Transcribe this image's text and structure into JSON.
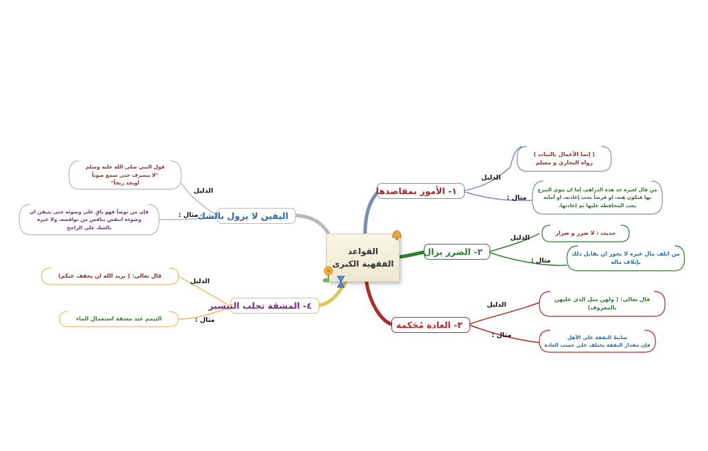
{
  "central": "القواعد الفقهية الكبرى",
  "branches": {
    "b1": {
      "title": "١- الأمور بمقاصدها",
      "evidence_label": "الدليل",
      "example_label": "مثال :",
      "evidence": "( إنما الأعمال بالنيات )\nرواه البخاري و مسلم",
      "example": "من قال لغيره خذ هذه الدراهم، إما ان ينوي التبرع\nبها فتكون هبة، او قرضاً يجب إعادته، او أمانة\nيجب المحافظة عليها ثم إعادتها."
    },
    "b2": {
      "title": "٢- الضرر يزال",
      "evidence_label": "الدليل",
      "example_label": "مثال :",
      "evidence": "حديث : لا ضرر و ضرار",
      "example": "من اتلف مال غيره لا يجوز ان يقابل ذلك\nبإتلاف ماله"
    },
    "b3": {
      "title": "٣- العادة مُحَكمة",
      "evidence_label": "الدليل",
      "example_label": "مثال :",
      "evidence": "قال تعالى: ( ولهن مثل الذي عليهن\nبالمعروف)",
      "example": "ضابط النفقة على الأهل\nفإن مقدار النفقة يختلف على حسب العادة"
    },
    "b4": {
      "title": "٤- المشقة تجلب التيسير",
      "evidence_label": "الدليل",
      "example_label": "مثال :",
      "evidence": "قال تعالى: ( يريد الله ان يخفف عنكم)",
      "example": "التيمم عند مشقة استعمال الماء"
    },
    "b5": {
      "title": "اليقين لا يزول بالشك",
      "evidence_label": "الدليل",
      "example_label": "مثال :",
      "evidence": "قول النبي صلى الله عليه وسلم\n\"لا ينصرف حتى سمع صوتاً\nاويجد ريحاً\"",
      "example": "فإن من توضأ فهو باقٍ على وضوئه حتى يتيقن ان\nوضوءه انتقض بناقض من نواقضه، ولا عبرة\nبالشك على الراجح"
    }
  },
  "colors": {
    "b1_line": "#7b8fb2",
    "b2_line": "#2f7d2f",
    "b3_line": "#b12b2b",
    "b4_line": "#e3c25a",
    "b5_line": "#b8b8b8"
  }
}
